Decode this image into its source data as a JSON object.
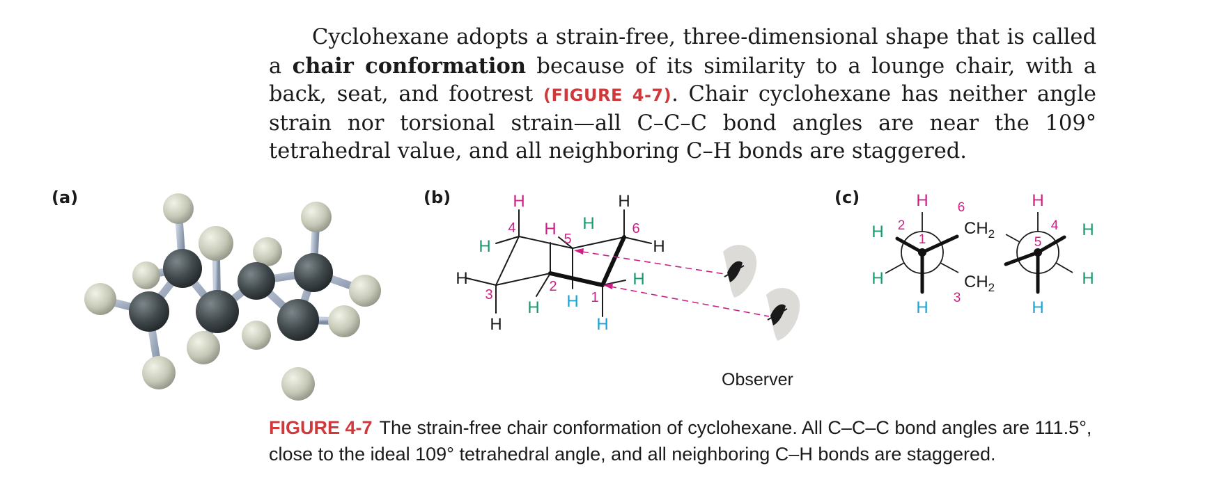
{
  "paragraph": {
    "part1": "Cyclohexane adopts a strain-free, three-dimensional shape that is called a ",
    "term": "chair conformation",
    "part2": " because of its similarity to a lounge chair, with a back, seat, and footrest ",
    "ref": "(FIGURE 4-7)",
    "part3": ". Chair cyclohexane has neither angle strain nor torsional strain—all C–C–C bond angles are near the 109° tetrahedral value, and all neighboring C–H bonds are staggered."
  },
  "panels": {
    "a": {
      "label": "(a)"
    },
    "b": {
      "label": "(b)",
      "h": "H",
      "numbers": [
        "1",
        "2",
        "3",
        "4",
        "5",
        "6"
      ],
      "observer": "Observer"
    },
    "c": {
      "label": "(c)",
      "h": "H",
      "ch2": "CH",
      "sub2": "2",
      "numbers": [
        "1",
        "2",
        "3",
        "4",
        "5",
        "6"
      ]
    }
  },
  "caption": {
    "figure": "FIGURE 4-7",
    "text": "The strain-free chair conformation of cyclohexane. All C–C–C bond angles are 111.5°, close to the ideal 109° tetrahedral angle, and all neighboring C–H bonds are staggered."
  },
  "colors": {
    "accent_red": "#d0393b",
    "magenta": "#cc1f86",
    "green": "#1a9a6c",
    "cyan": "#1aa3d6",
    "carbon": "#3e4548",
    "hydrogen": "#c9cbbd",
    "bond": "#9aa7b8"
  },
  "icons": {
    "observer": "eye-icon"
  }
}
